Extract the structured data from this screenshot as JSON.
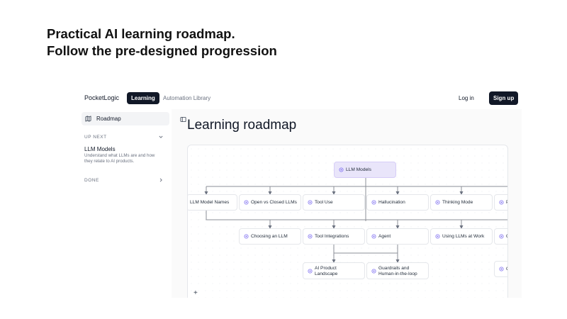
{
  "headline": {
    "line1": "Practical AI learning roadmap.",
    "line2": "Follow the pre-designed progression"
  },
  "topbar": {
    "brand": "PocketLogic",
    "nav": [
      {
        "label": "Learning",
        "active": true
      },
      {
        "label": "Automation Library",
        "active": false
      }
    ],
    "login_label": "Log in",
    "signup_label": "Sign up"
  },
  "sidebar": {
    "roadmap_label": "Roadmap",
    "up_next_label": "UP NEXT",
    "up_next_item": {
      "title": "LLM Models",
      "description": "Understand what LLMs are and how they relate to AI products."
    },
    "done_label": "DONE"
  },
  "main": {
    "title": "Learning roadmap",
    "add_icon": "+"
  },
  "roadmap": {
    "root": "LLM Models",
    "row1": [
      "LLM Model Names",
      "Open vs Closed LLMs",
      "Tool Use",
      "Hallucination",
      "Thinking Mode",
      "P"
    ],
    "row2": [
      "Choosing an LLM",
      "Tool Integrations",
      "Agent",
      "Using LLMs at Work",
      "C"
    ],
    "row3": [
      "AI Product Landscape",
      "Guardrails and Human-in-the-loop",
      "C"
    ]
  },
  "colors": {
    "accent_dark": "#111827",
    "root_node_bg": "#e9e5fa",
    "node_icon": "#7c6cf0",
    "edge": "#8b8f97"
  }
}
